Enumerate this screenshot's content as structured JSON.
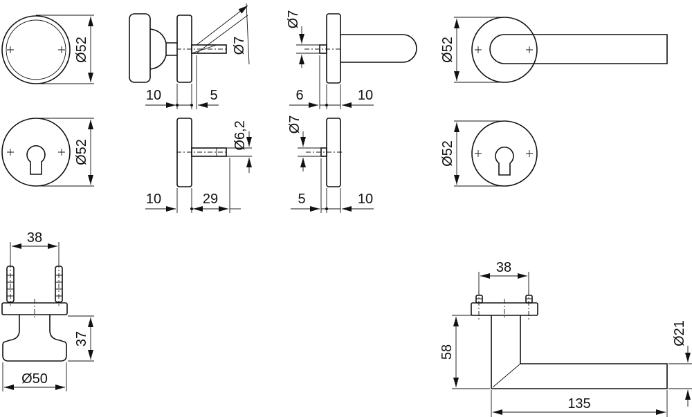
{
  "dimensions": {
    "r1_knob_rose_dia": "Ø52",
    "r1_knob_spindle_dia": "Ø7",
    "r1_knob_rose_thk": "10",
    "r1_knob_spindle": "5",
    "r1_lever_spindle_dia": "Ø7",
    "r1_lever_a": "6",
    "r1_lever_b": "10",
    "r1_lever_rose_dia": "Ø52",
    "r2_escutcheon_dia": "Ø52",
    "r2_pin_dia": "Ø6,2",
    "r2_pin_rose": "10",
    "r2_pin_len": "29",
    "r2_plug_dia": "Ø7",
    "r2_plug_a": "5",
    "r2_plug_b": "10",
    "r2_escutcheon_front_dia": "Ø52",
    "knob_bolt_spacing": "38",
    "knob_height": "37",
    "knob_dia": "Ø50",
    "lever_bolt_spacing": "38",
    "lever_height": "58",
    "lever_grip_dia": "Ø21",
    "lever_length": "135"
  }
}
